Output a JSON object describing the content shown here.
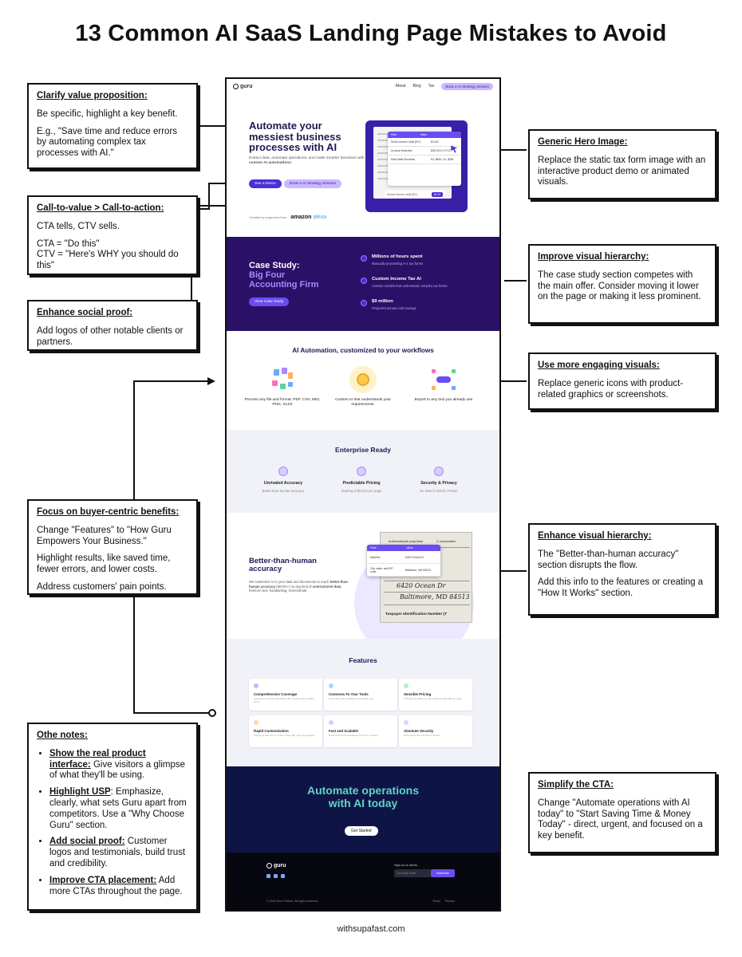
{
  "title": "13 Common AI SaaS Landing Page Mistakes to Avoid",
  "credit": "withsupafast.com",
  "callouts": {
    "value_prop": {
      "heading": "Clarify value proposition:",
      "p1": "Be specific, highlight a key benefit.",
      "p2": "E.g., \"Save time and reduce errors by automating complex tax processes with AI.\""
    },
    "ctv": {
      "heading": "Call-to-value > Call-to-action:",
      "p1": "CTA tells, CTV sells.",
      "p2": "CTA = \"Do this\"",
      "p3": "CTV = \"Here's WHY you should do this\""
    },
    "social": {
      "heading": "Enhance social proof:",
      "p1": "Add logos of other notable clients or partners."
    },
    "buyer": {
      "heading": "Focus on buyer-centric benefits:",
      "p1": "Change \"Features\" to \"How Guru Empowers Your Business.\"",
      "p2": "Highlight results, like saved time, fewer errors, and lower costs.",
      "p3": "Address customers' pain points."
    },
    "notes": {
      "heading": "Othe notes:",
      "items": [
        {
          "b": "Show the real product interface:",
          "t": " Give visitors a glimpse of what they'll be using."
        },
        {
          "b": "Highlight USP",
          "t": ": Emphasize, clearly, what sets Guru apart from competitors. Use a \"Why Choose Guru\" section."
        },
        {
          "b": "Add social proof:",
          "t": " Customer logos and testimonials, build trust and credibility."
        },
        {
          "b": "Improve CTA placement:",
          "t": " Add more CTAs throughout the page."
        }
      ]
    },
    "hero_img": {
      "heading": "Generic Hero Image:",
      "p1": "Replace the static tax form image with an interactive product demo or animated visuals."
    },
    "hierarchy": {
      "heading": "Improve visual hierarchy:",
      "p1": "The case study section competes with the main offer. Consider moving it lower on the page or making it less prominent."
    },
    "visuals": {
      "heading": "Use more engaging visuals:",
      "p1": "Replace generic icons with product-related graphics or screenshots."
    },
    "enhance_hier": {
      "heading": "Enhance visual hierarchy:",
      "p1": "The \"Better-than-human accuracy\" section disrupts the flow.",
      "p2": "Add this info to the features or creating a \"How It Works\" section."
    },
    "cta": {
      "heading": "Simplify the CTA:",
      "p1": "Change \"Automate operations with AI today\" to \"Start Saving Time & Money Today\" - direct, urgent, and focused on a key benefit."
    }
  },
  "mock": {
    "nav": {
      "logo": "guru",
      "links": [
        "About",
        "Blog",
        "Tax"
      ],
      "cta": "Book a AI Strategy Session"
    },
    "hero": {
      "headline": "Automate your messiest business processes with AI",
      "sub_pre": "Extract data, automate operations, and make smarter decisions with ",
      "sub_bold": "custom AI automations",
      "sub_post": ".",
      "btn1": "See a Demo",
      "btn2": "Book a AI Strategy Session",
      "created": "Created by engineers from",
      "alexa": "amazon",
      "alexa2": "alexa",
      "table": {
        "h1": "Field",
        "h2": "Value",
        "rows": [
          [
            "Some Income Credit (EIC)",
            "$1,942"
          ],
          [
            "Unusual Deduction",
            "$25,000 in 2 FCC"
          ],
          [
            "Multi-State Securities",
            "NY, $80K; CA, $50K"
          ]
        ],
        "input": "Earned income credit (EIC)",
        "input_val": "$1,94"
      }
    },
    "case": {
      "h1": "Case Study:",
      "h2": "Big Four Accounting Firm",
      "btn": "View Case Study",
      "stats": [
        {
          "v": "Millions of hours spent",
          "d": "Manually processing K-1 tax forms"
        },
        {
          "v": "Custom Income Tax AI",
          "d": "Custom models that understand complex tax forms"
        },
        {
          "v": "$9 million",
          "d": "Projected annual cost savings"
        }
      ]
    },
    "auto": {
      "title": "AI Automation, customized to your workflows",
      "items": [
        "Process any file and format: PDF, CSV, IMG, PNG, XLSX",
        "Custom AI that understands your requirements.",
        "Export to any tool you already use"
      ]
    },
    "ent": {
      "title": "Enterprise Ready",
      "items": [
        {
          "t": "Unrivaled Accuracy",
          "d": "Better-than-human accuracy"
        },
        {
          "t": "Predictable Pricing",
          "d": "Starting at $0.015 per page"
        },
        {
          "t": "Security & Privacy",
          "d": "No data is stored. Period."
        }
      ]
    },
    "bth": {
      "title": "Better-than-human accuracy",
      "p_pre": "We customize AI to your data and documents to reach ",
      "p_bold": "better-than-human accuracy",
      "p_mid": " (98.5%+) on any kind of ",
      "p_bold2": "unstructured data",
      "p_post": ", freeform text, handwriting, screenshots.",
      "ov": {
        "h1": "Field",
        "h2": "Value",
        "rows": [
          [
            "Address",
            "6420 Ocean Dr."
          ],
          [
            "City, state, and ZIP code",
            "Baltimore, MD 84513"
          ]
        ]
      },
      "form": {
        "r1": "Individual/sole proprietor",
        "r2": "C corporation",
        "hw1": "6420 Ocean Dr",
        "hw2": "Baltimore, MD 84513",
        "tin": "Taxpayer Identification Number (T"
      }
    },
    "feats": {
      "title": "Features",
      "items": [
        {
          "t": "Comprehensive Coverage",
          "d": "Support for 70 state and local e-file programs plus 4,000+ forms"
        },
        {
          "t": "Connects To Your Tools",
          "d": "Connects to any software you already use"
        },
        {
          "t": "Sensible Pricing",
          "d": "Only pay for what you use. Starting at $0.015 per page"
        },
        {
          "t": "Rapid Customization",
          "d": "Support a new form in under a day with only one example"
        },
        {
          "t": "Fast and Scalable",
          "d": "Process tens of thousands of forms in minutes"
        },
        {
          "t": "Absolute Security",
          "d": "Documents are not stored. Period."
        }
      ]
    },
    "cta": {
      "headline": "Automate operations with AI today",
      "btn": "Get Started"
    },
    "footer": {
      "logo": "guru",
      "signup": "Sign up to alerts",
      "placeholder": "Your work email",
      "subscribe": "Subscribe",
      "copy": "© 2024 Guru Fintech. All rights reserved.",
      "terms": "Terms",
      "privacy": "Privacy"
    }
  }
}
